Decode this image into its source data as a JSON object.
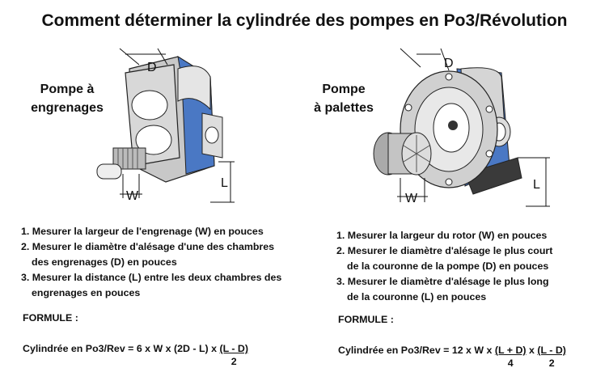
{
  "title": "Comment déterminer la cylindrée des pompes en Po3/Révolution",
  "gear_pump": {
    "label_line1": "Pompe à",
    "label_line2": "engrenages",
    "dim_d": "D",
    "dim_w": "W",
    "dim_l": "L",
    "steps": [
      {
        "first": "1. Mesurer la largeur de l'engrenage (W) en pouces",
        "second": ""
      },
      {
        "first": "2. Mesurer le diamètre d'alésage d'une des chambres",
        "second": "des engrenages (D) en pouces"
      },
      {
        "first": "3. Mesurer la distance (L) entre les deux chambres des",
        "second": "engrenages en pouces"
      }
    ],
    "formula_heading": "FORMULE :",
    "formula_prefix": "Cylindrée en Po3/Rev = 6 x W x (2D - L) x",
    "frac1_num": "(L - D)",
    "frac1_den": "2"
  },
  "vane_pump": {
    "label_line1": "Pompe",
    "label_line2": "à palettes",
    "dim_d": "D",
    "dim_w": "W",
    "dim_l": "L",
    "steps": [
      {
        "first": "1. Mesurer la largeur du rotor (W) en pouces",
        "second": ""
      },
      {
        "first": "2. Mesurer le diamètre d'alésage le plus court",
        "second": "de la couronne de la pompe (D) en pouces"
      },
      {
        "first": "3. Mesurer le diamètre d'alésage le plus long",
        "second": "de la couronne (L) en pouces"
      }
    ],
    "formula_heading": "FORMULE :",
    "formula_prefix": "Cylindrée en Po3/Rev = 12 x W x",
    "frac1_num": "(L + D)",
    "frac1_den": "4",
    "formula_mid": "x",
    "frac2_num": "(L - D)",
    "frac2_den": "2"
  },
  "colors": {
    "blue": "#4a78c4",
    "gray": "#b8b8b8",
    "dark": "#3a3a3a"
  }
}
